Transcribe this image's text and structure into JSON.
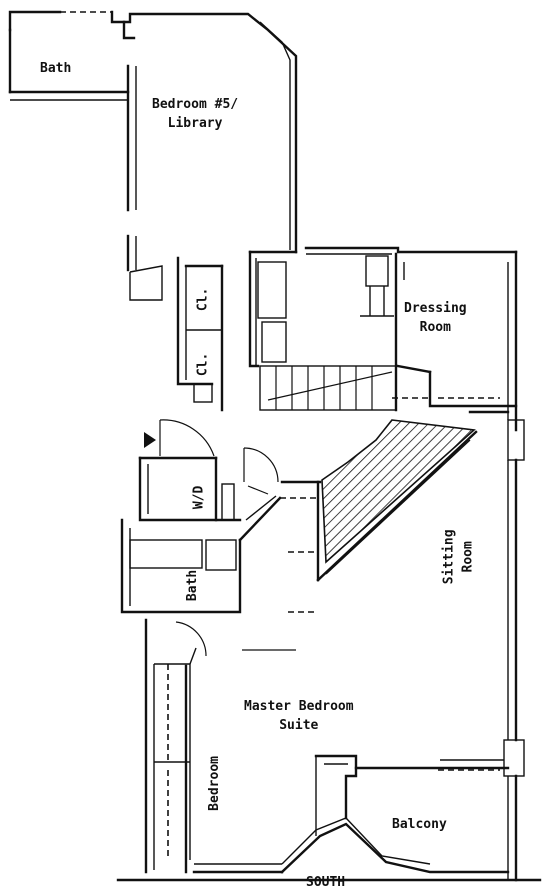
{
  "rooms": {
    "bath_top": "Bath",
    "bedroom5_line1": "Bedroom #5/",
    "bedroom5_line2": "Library",
    "closet_1": "Cl.",
    "closet_2": "Cl.",
    "dressing_line1": "Dressing",
    "dressing_line2": "Room",
    "wd": "W/D",
    "bath_mid": "Bath",
    "sitting_line1": "Sitting",
    "sitting_line2": "Room",
    "master_line1": "Master Bedroom",
    "master_line2": "Suite",
    "bedroom_side": "Bedroom",
    "balcony": "Balcony"
  },
  "compass": {
    "south": "SOUTH"
  },
  "colors": {
    "ink": "#111111",
    "paper": "#ffffff"
  }
}
